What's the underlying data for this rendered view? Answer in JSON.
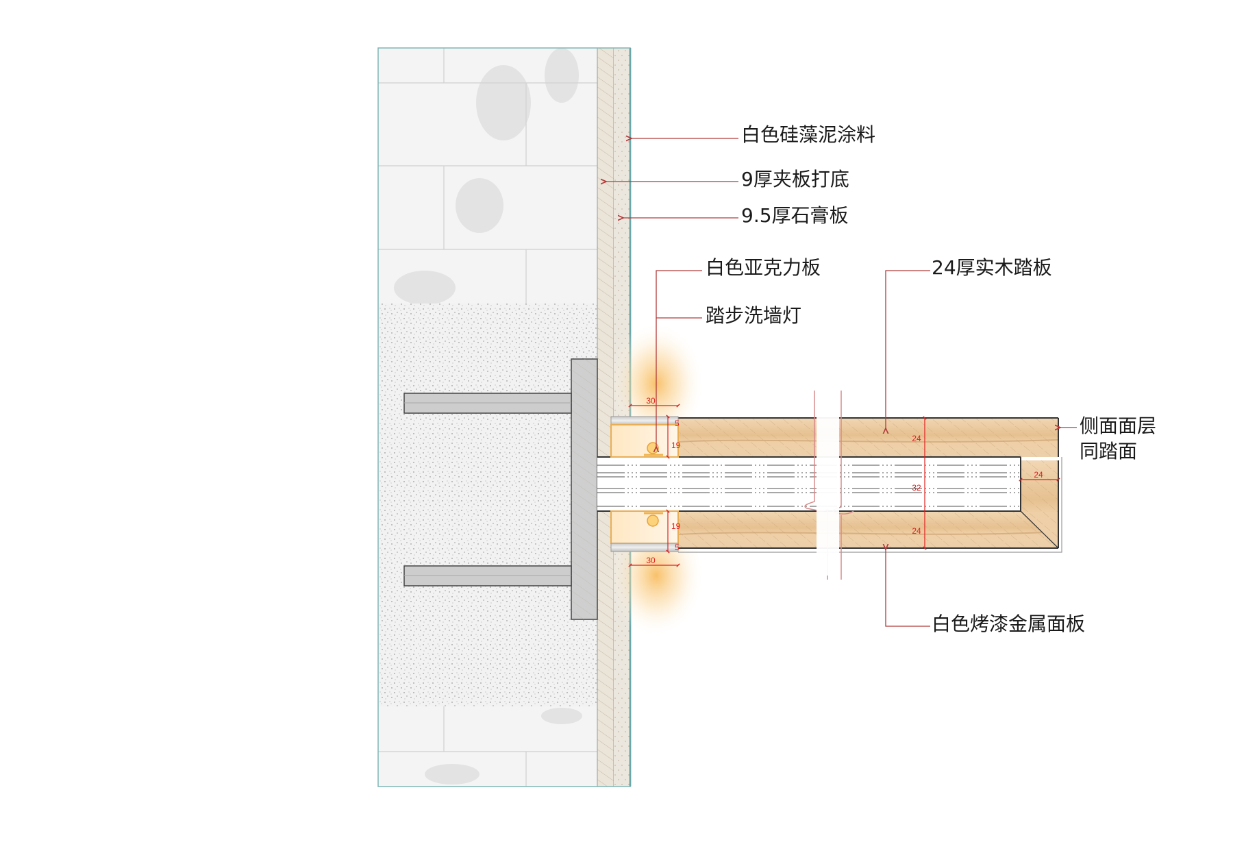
{
  "drawing": {
    "type": "construction section detail",
    "subject": "stair tread with step wall-washer light anchored to wall",
    "colors": {
      "leader": "#b23a3a",
      "dimension": "#e02020",
      "wall_edge": "#3c8a8a",
      "wood": "#e9c9a0",
      "light_glow": "#f7b650"
    }
  },
  "labels": {
    "diatom_paint": "白色硅藻泥涂料",
    "plywood_9": "9厚夹板打底",
    "gypsum_9_5": "9.5厚石膏板",
    "acrylic": "白色亚克力板",
    "wall_washer": "踏步洗墙灯",
    "tread_24": "24厚实木踏板",
    "side_face_line1": "侧面面层",
    "side_face_line2": "同踏面",
    "metal_panel": "白色烤漆金属面板"
  },
  "dimensions": {
    "top_offset": "30",
    "top_acrylic": "5",
    "top_light": "19",
    "bottom_light": "19",
    "bottom_acrylic": "5",
    "bottom_offset": "30",
    "tread_top": "24",
    "core": "32",
    "tread_bottom": "24",
    "nosing": "24"
  }
}
